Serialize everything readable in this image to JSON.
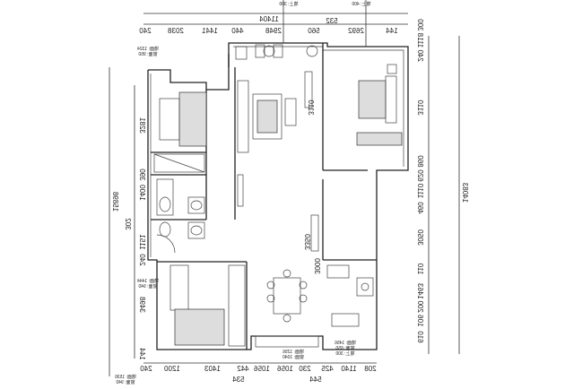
{
  "top_total": "11404",
  "top_dims": [
    "240",
    "2038",
    "1441",
    "440",
    "2948",
    "560",
    "2692",
    "144"
  ],
  "top_notes": [
    "墙上: 300",
    "墙上: 400"
  ],
  "top_step": "532",
  "bottom_dims": [
    "240",
    "1200",
    "1403",
    "442",
    "1056",
    "1056",
    "230",
    "425",
    "1140",
    "208"
  ],
  "bottom_steps": [
    "534",
    "544"
  ],
  "left_total": "15898",
  "left_offset": "302",
  "left_dims": [
    "3281",
    "390",
    "1400",
    "1151",
    "240",
    "3498",
    "144"
  ],
  "right_total": "14083",
  "right_dims": [
    "240 1118 300",
    "3110",
    "860",
    "620",
    "1110",
    "460",
    "3050",
    "110",
    "1463",
    "106 200",
    "610"
  ],
  "interior_dims": [
    "3110",
    "3350",
    "3000"
  ],
  "notes": [
    "墙面: 1324",
    "窗面: 950",
    "墙面: 1444",
    "窗面: 940",
    "墙面: 1536",
    "窗面: 940",
    "墙面: 1256",
    "窗面: 1040",
    "墙面: 1456",
    "窗面: 650",
    "墙上: 300"
  ]
}
